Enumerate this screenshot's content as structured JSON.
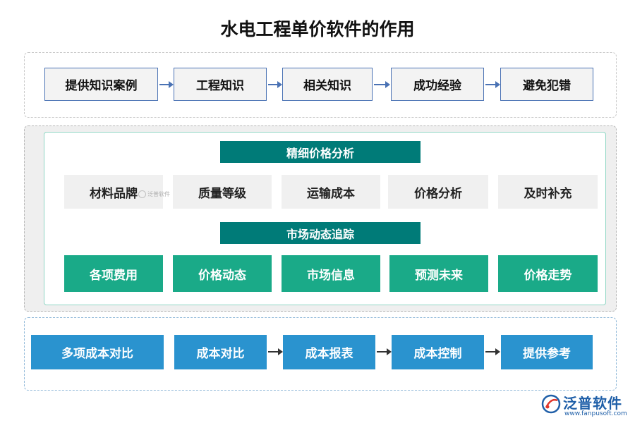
{
  "title": "水电工程单价软件的作用",
  "top_row": {
    "items": [
      "提供知识案例",
      "工程知识",
      "相关知识",
      "成功经验",
      "避免犯错"
    ]
  },
  "middle": {
    "header1": "精细价格分析",
    "row1": [
      "材料品牌",
      "质量等级",
      "运输成本",
      "价格分析",
      "及时补充"
    ],
    "header2": "市场动态追踪",
    "row2": [
      "各项费用",
      "价格动态",
      "市场信息",
      "预测未来",
      "价格走势"
    ]
  },
  "bottom_row": {
    "items": [
      "多项成本对比",
      "成本对比",
      "成本报表",
      "成本控制",
      "提供参考"
    ]
  },
  "watermark": "泛普软件",
  "logo": {
    "name": "泛普软件",
    "url": "www.fanpusoft.com"
  },
  "colors": {
    "header": "#007b78",
    "green": "#1aaa88",
    "blue": "#2a93cf",
    "outline": "#4a72b4"
  }
}
